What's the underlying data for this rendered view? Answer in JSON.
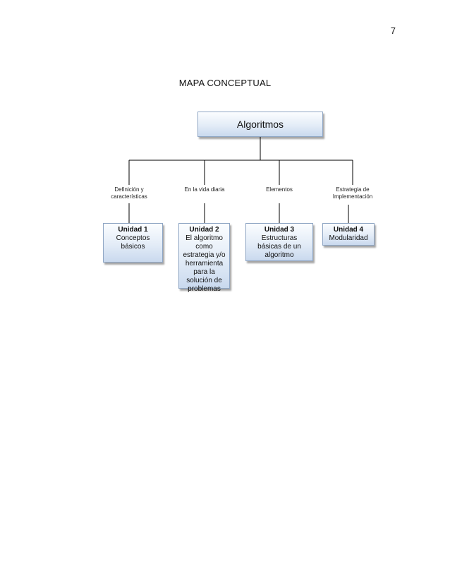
{
  "page_number": "7",
  "title": "MAPA CONCEPTUAL",
  "root": {
    "label": "Algoritmos"
  },
  "branches": [
    {
      "label": "Definición y características",
      "unit": {
        "name": "Unidad 1",
        "desc": "Conceptos básicos"
      }
    },
    {
      "label": "En la vida diaria",
      "unit": {
        "name": "Unidad 2",
        "desc": "El algoritmo como estrategia y/o herramienta para la solución de problemas"
      }
    },
    {
      "label": "Elementos",
      "unit": {
        "name": "Unidad 3",
        "desc": "Estructuras básicas de un algoritmo"
      }
    },
    {
      "label": "Estrategia de Implementación",
      "unit": {
        "name": "Unidad 4",
        "desc": "Modularidad"
      }
    }
  ]
}
